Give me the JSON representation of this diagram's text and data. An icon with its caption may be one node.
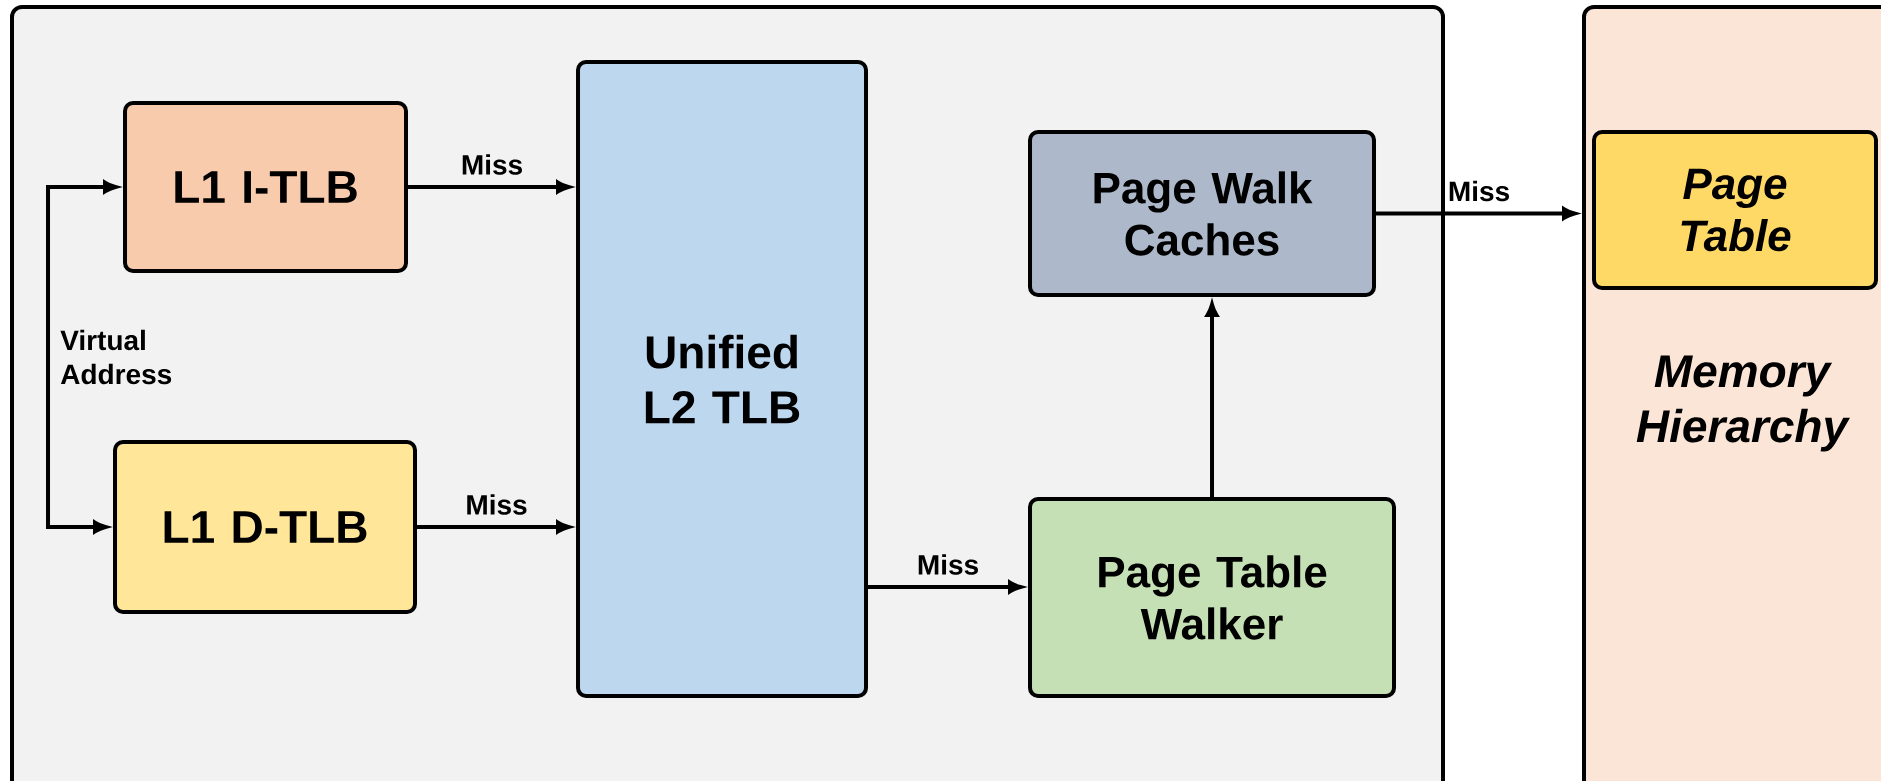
{
  "diagram": {
    "nodes": [
      {
        "text": [],
        "shape": "box"
      },
      {
        "text": [
          "L1 I-TLB"
        ],
        "in": 0
      },
      {
        "text": [
          "L1 D-TLB"
        ],
        "in": 0
      },
      {
        "text": [
          "Unified L2 TLB"
        ],
        "in": 0
      },
      {
        "text": [
          "Page Walk Caches"
        ],
        "in": 0
      },
      {
        "text": [
          "Page Table Walker"
        ],
        "in": 0
      },
      {
        "text": [
          "Memory Hierarchy"
        ]
      },
      {
        "text": [
          "Page Table"
        ],
        "in": 6
      }
    ],
    "edges": [
      {
        "from": null,
        "to": 1,
        "arrow": "to",
        "label": "Virtual Address"
      },
      {
        "from": null,
        "to": 2,
        "arrow": "to"
      },
      {
        "from": 1,
        "to": 3,
        "arrow": "to",
        "label": "Miss"
      },
      {
        "from": 2,
        "to": 3,
        "arrow": "to",
        "label": "Miss"
      },
      {
        "from": 3,
        "to": 5,
        "arrow": "to",
        "label": "Miss"
      },
      {
        "from": 5,
        "to": 4,
        "arrow": "to"
      },
      {
        "from": 4,
        "to": 6,
        "arrow": "to",
        "label": "Miss"
      }
    ]
  }
}
